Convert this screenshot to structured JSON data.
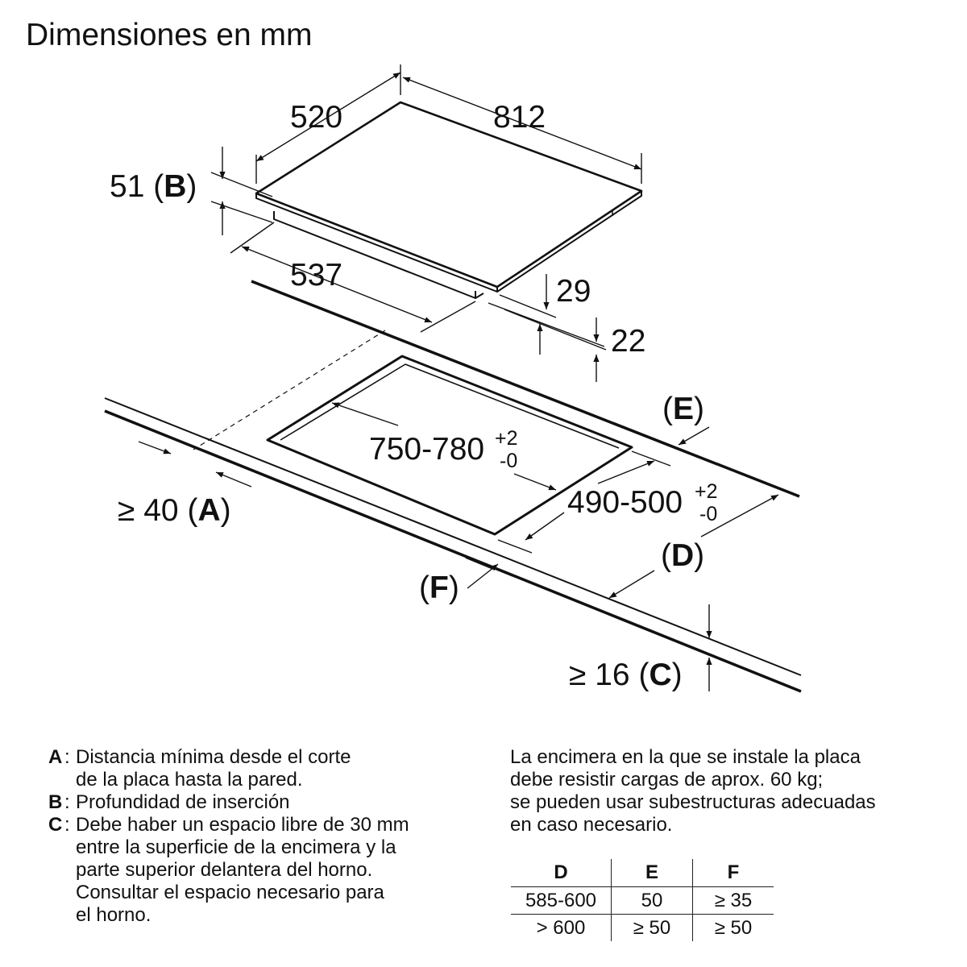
{
  "title": "Dimensiones en mm",
  "dimensions": {
    "width_top": "520",
    "length_top": "812",
    "thickness_b": "51",
    "label_b": "B",
    "depth_537": "537",
    "dim_29": "29",
    "dim_22": "22",
    "cutout_length": "750-780",
    "cutout_width": "490-500",
    "tol_plus": "+2",
    "tol_minus": "-0",
    "min_a": "≥ 40",
    "label_a": "A",
    "min_c": "≥ 16",
    "label_c": "C",
    "label_d": "D",
    "label_e": "E",
    "label_f": "F"
  },
  "legend": [
    {
      "key": "A",
      "text": "Distancia mínima desde el corte\nde la placa hasta la pared."
    },
    {
      "key": "B",
      "text": "Profundidad de inserción"
    },
    {
      "key": "C",
      "text": "Debe haber un espacio libre de 30 mm\nentre la superficie de la encimera y la\nparte superior delantera del horno.\nConsultar el espacio necesario para\nel horno."
    }
  ],
  "note": [
    "La encimera en la que se instale la placa",
    "debe resistir cargas de aprox. 60 kg;",
    "se pueden usar subestructuras adecuadas",
    "en caso necesario."
  ],
  "table": {
    "headers": [
      "D",
      "E",
      "F"
    ],
    "rows": [
      [
        "585-600",
        "50",
        "≥ 35"
      ],
      [
        "> 600",
        "≥ 50",
        "≥ 50"
      ]
    ]
  }
}
